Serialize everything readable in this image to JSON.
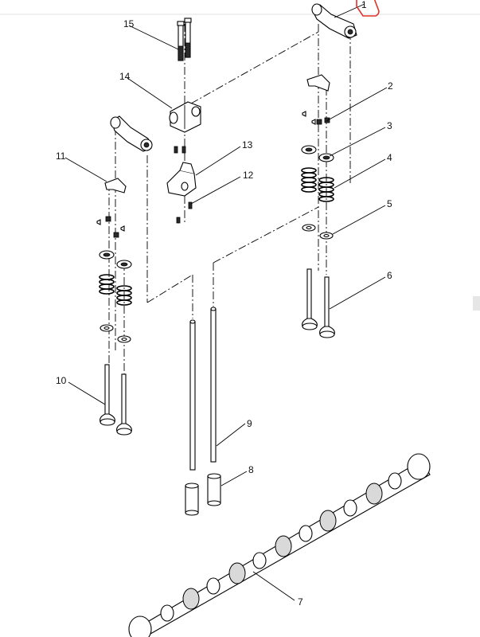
{
  "callouts": [
    {
      "id": "1",
      "label": "1"
    },
    {
      "id": "2",
      "label": "2"
    },
    {
      "id": "3",
      "label": "3"
    },
    {
      "id": "4",
      "label": "4"
    },
    {
      "id": "5",
      "label": "5"
    },
    {
      "id": "6",
      "label": "6"
    },
    {
      "id": "7",
      "label": "7"
    },
    {
      "id": "8",
      "label": "8"
    },
    {
      "id": "9",
      "label": "9"
    },
    {
      "id": "10",
      "label": "10"
    },
    {
      "id": "11",
      "label": "11"
    },
    {
      "id": "12",
      "label": "12"
    },
    {
      "id": "13",
      "label": "13"
    },
    {
      "id": "14",
      "label": "14"
    },
    {
      "id": "15",
      "label": "15"
    }
  ],
  "highlight_color": "#e0322a"
}
